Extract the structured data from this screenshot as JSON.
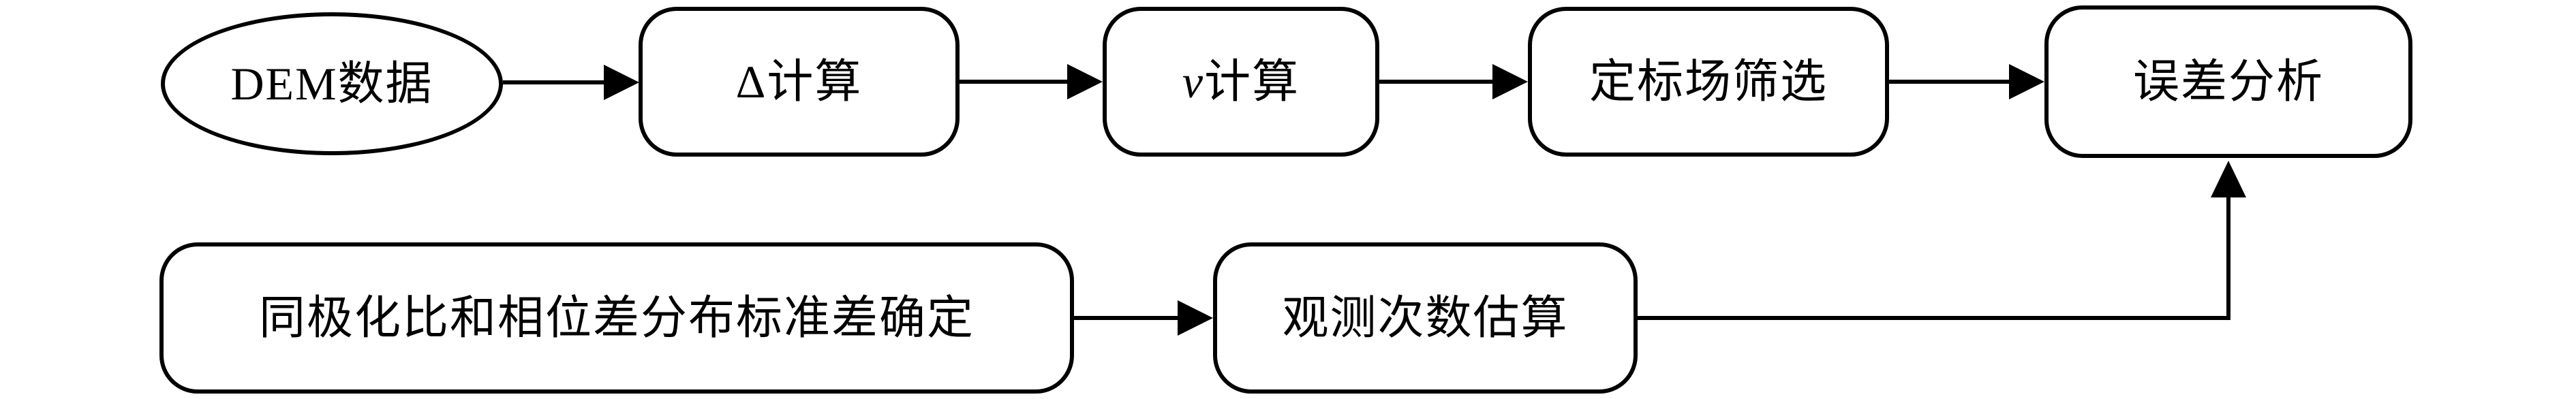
{
  "diagram": {
    "background_color": "#ffffff",
    "stroke_color": "#000000",
    "text_color": "#000000",
    "nodes": {
      "dem": {
        "label": "DEM数据",
        "shape": "ellipse"
      },
      "delta_calc": {
        "label": "Δ计算",
        "shape": "rounded-rectangle"
      },
      "v_calc": {
        "label_italic_prefix": "v",
        "label_rest": "计算",
        "shape": "rounded-rectangle"
      },
      "cal_field_screening": {
        "label": "定标场筛选",
        "shape": "rounded-rectangle"
      },
      "error_analysis": {
        "label": "误差分析",
        "shape": "rounded-rectangle"
      },
      "copol_phase_stddev": {
        "label": "同极化比和相位差分布标准差确定",
        "shape": "rounded-rectangle"
      },
      "obs_count_estimation": {
        "label": "观测次数估算",
        "shape": "rounded-rectangle"
      }
    },
    "edges": [
      {
        "from": "DEM数据",
        "to": "Δ计算",
        "style": "straight-arrow"
      },
      {
        "from": "Δ计算",
        "to": "v计算",
        "style": "straight-arrow"
      },
      {
        "from": "v计算",
        "to": "定标场筛选",
        "style": "straight-arrow"
      },
      {
        "from": "定标场筛选",
        "to": "误差分析",
        "style": "straight-arrow"
      },
      {
        "from": "同极化比和相位差分布标准差确定",
        "to": "观测次数估算",
        "style": "straight-arrow"
      },
      {
        "from": "观测次数估算",
        "to": "误差分析",
        "style": "elbow-arrow-up"
      }
    ]
  }
}
